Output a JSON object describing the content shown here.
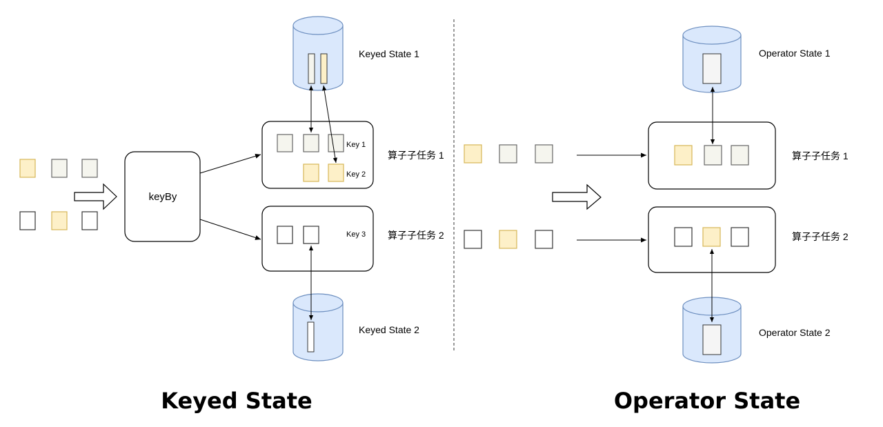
{
  "left": {
    "title": "Keyed State",
    "keyby_label": "keyBy",
    "task1_label": "算子子任务 1",
    "task2_label": "算子子任务 2",
    "key1_label": "Key 1",
    "key2_label": "Key 2",
    "key3_label": "Key 3",
    "state1_label": "Keyed State 1",
    "state2_label": "Keyed State 2"
  },
  "right": {
    "title": "Operator State",
    "task1_label": "算子子任务 1",
    "task2_label": "算子子任务 2",
    "state1_label": "Operator State 1",
    "state2_label": "Operator State 2"
  },
  "colors": {
    "yellow_fill": "#fdf0c8",
    "yellow_stroke": "#d6b656",
    "gray_fill": "#f5f5ee",
    "gray_stroke": "#666666",
    "white_fill": "#ffffff",
    "cylinder_fill": "#dae8fc",
    "cylinder_stroke": "#6c8ebf"
  }
}
